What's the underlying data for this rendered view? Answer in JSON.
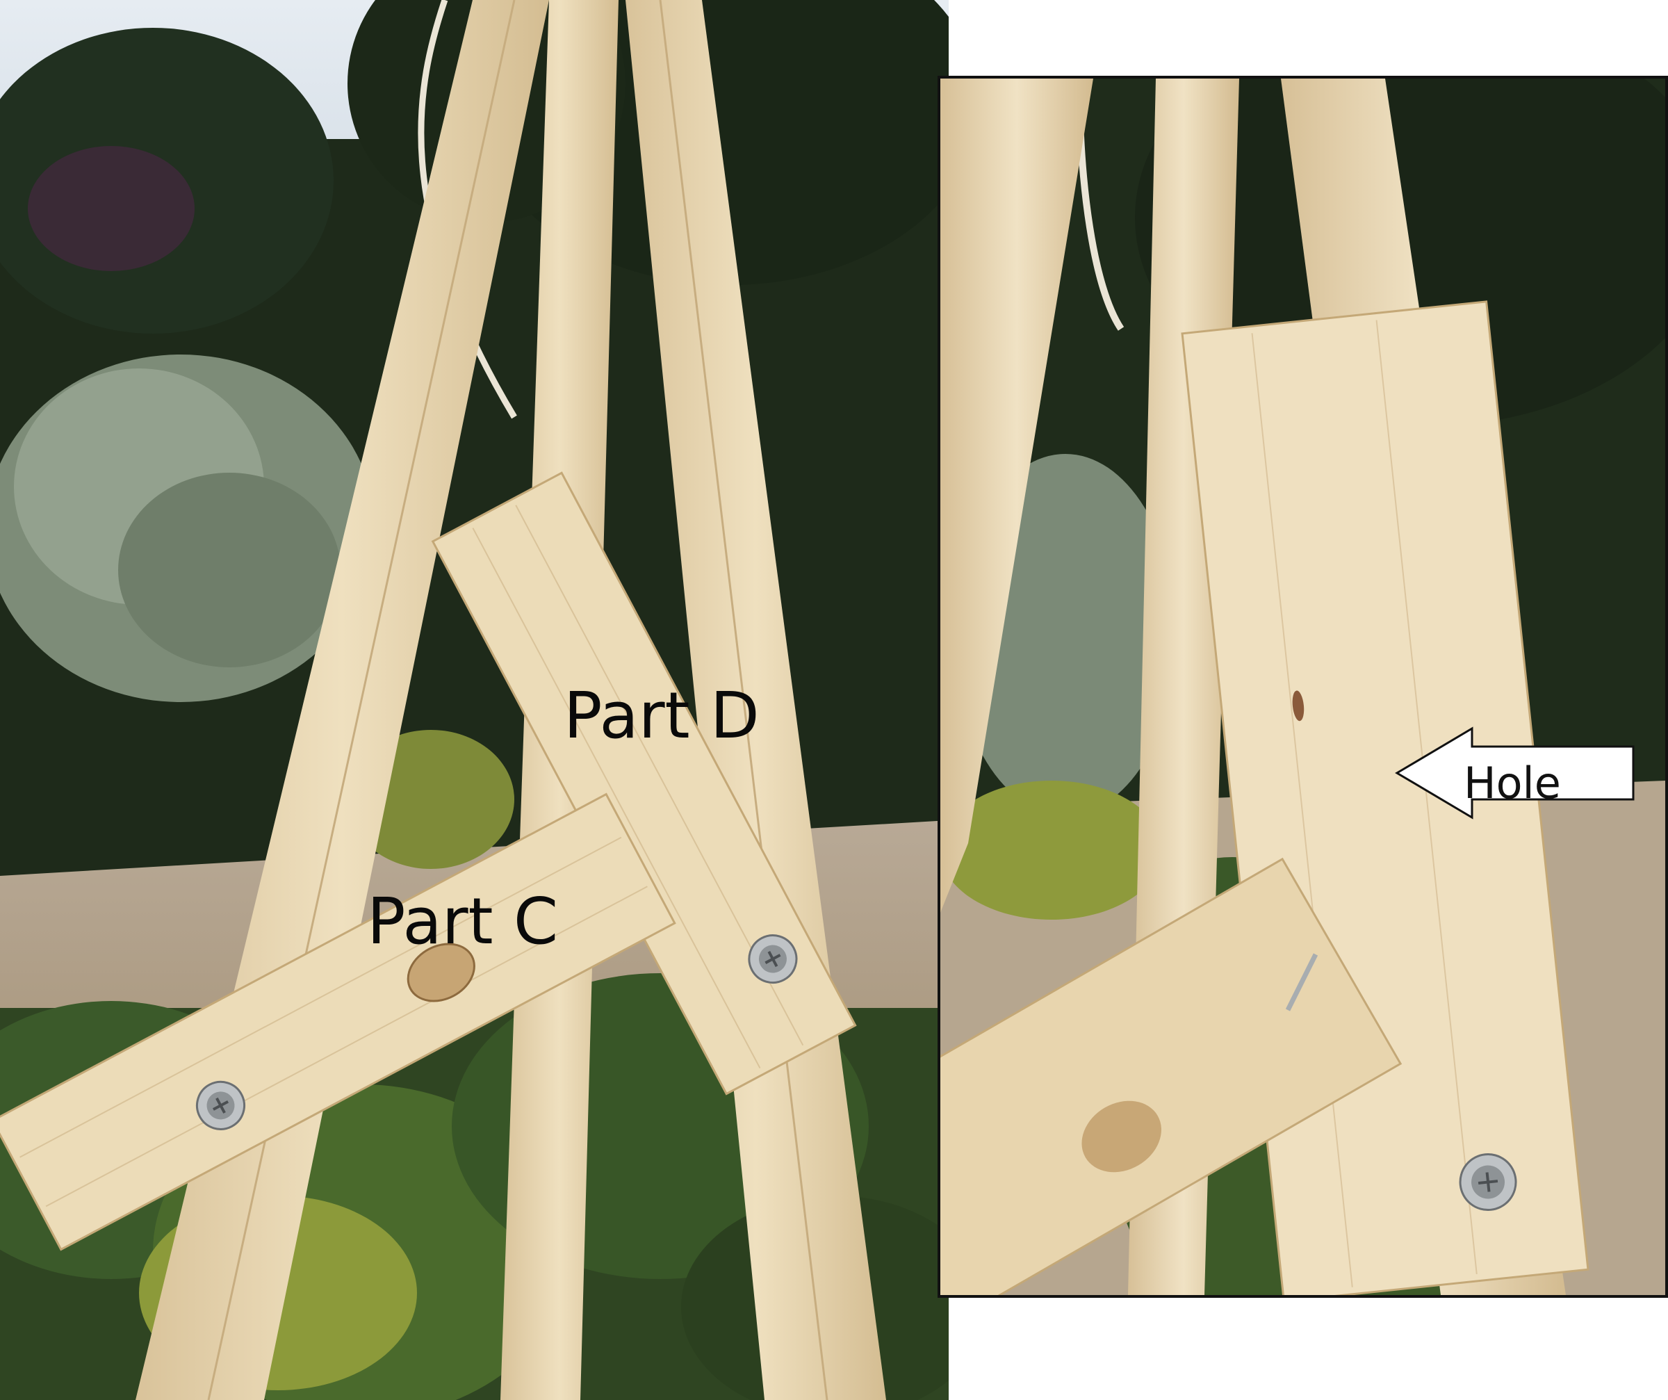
{
  "labels": {
    "part_d": "Part D",
    "part_c": "Part C",
    "hole": "Hole"
  },
  "icons": {
    "arrow": "left-arrow-icon",
    "screw": "screw-icon"
  },
  "colors": {
    "wood": "#e8d6b0",
    "wood_shade": "#cdb68a",
    "foliage_dark": "#1e2a1a",
    "foliage_mid": "#3f5a2c",
    "path": "#b9a88f",
    "sky": "#dfe6ee",
    "frame": "#111111",
    "arrow_fill": "#ffffff",
    "label": "#0a0a0a"
  }
}
